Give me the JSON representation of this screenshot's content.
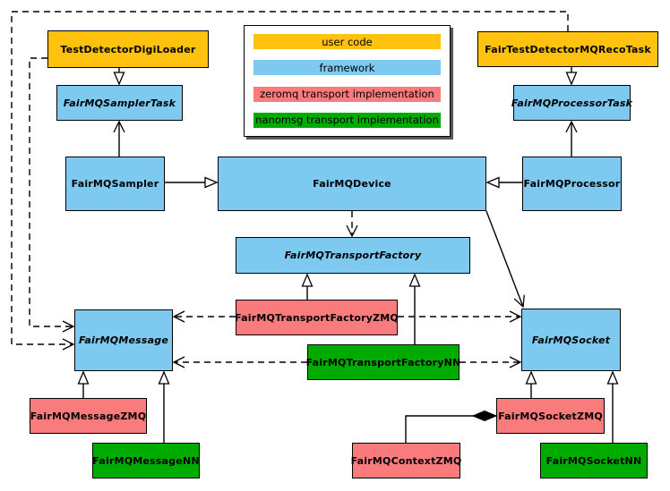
{
  "diagram_type": "uml-class-diagram",
  "palette": {
    "user_code": "#FFC20E",
    "framework": "#7DC9EF",
    "zeromq": "#F97B7B",
    "nanomsg": "#00AB00",
    "line": "#000000",
    "background": "#FFFFFF"
  },
  "legend": {
    "items": [
      {
        "label": "user code",
        "color": "#FFC20E"
      },
      {
        "label": "framework",
        "color": "#7DC9EF"
      },
      {
        "label": "zeromq transport implementation",
        "color": "#F97B7B"
      },
      {
        "label": "nanomsg transport implementation",
        "color": "#00AB00"
      }
    ]
  },
  "nodes": {
    "testDetectorDigiLoader": {
      "label": "TestDetectorDigiLoader",
      "category": "user code",
      "abstract": false,
      "color": "#FFC20E"
    },
    "fairTestDetectorMQRecoTask": {
      "label": "FairTestDetectorMQRecoTask",
      "category": "user code",
      "abstract": false,
      "color": "#FFC20E"
    },
    "fairMQSamplerTask": {
      "label": "FairMQSamplerTask",
      "category": "framework",
      "abstract": true,
      "color": "#7DC9EF"
    },
    "fairMQProcessorTask": {
      "label": "FairMQProcessorTask",
      "category": "framework",
      "abstract": true,
      "color": "#7DC9EF"
    },
    "fairMQSampler": {
      "label": "FairMQSampler",
      "category": "framework",
      "abstract": false,
      "color": "#7DC9EF"
    },
    "fairMQDevice": {
      "label": "FairMQDevice",
      "category": "framework",
      "abstract": false,
      "color": "#7DC9EF"
    },
    "fairMQProcessor": {
      "label": "FairMQProcessor",
      "category": "framework",
      "abstract": false,
      "color": "#7DC9EF"
    },
    "fairMQTransportFactory": {
      "label": "FairMQTransportFactory",
      "category": "framework",
      "abstract": true,
      "color": "#7DC9EF"
    },
    "fairMQTransportFactoryZMQ": {
      "label": "FairMQTransportFactoryZMQ",
      "category": "zeromq",
      "abstract": false,
      "color": "#F97B7B"
    },
    "fairMQTransportFactoryNN": {
      "label": "FairMQTransportFactoryNN",
      "category": "nanomsg",
      "abstract": false,
      "color": "#00AB00"
    },
    "fairMQMessage": {
      "label": "FairMQMessage",
      "category": "framework",
      "abstract": true,
      "color": "#7DC9EF"
    },
    "fairMQSocket": {
      "label": "FairMQSocket",
      "category": "framework",
      "abstract": true,
      "color": "#7DC9EF"
    },
    "fairMQMessageZMQ": {
      "label": "FairMQMessageZMQ",
      "category": "zeromq",
      "abstract": false,
      "color": "#F97B7B"
    },
    "fairMQMessageNN": {
      "label": "FairMQMessageNN",
      "category": "nanomsg",
      "abstract": false,
      "color": "#00AB00"
    },
    "fairMQContextZMQ": {
      "label": "FairMQContextZMQ",
      "category": "zeromq",
      "abstract": false,
      "color": "#F97B7B"
    },
    "fairMQSocketZMQ": {
      "label": "FairMQSocketZMQ",
      "category": "zeromq",
      "abstract": false,
      "color": "#F97B7B"
    },
    "fairMQSocketNN": {
      "label": "FairMQSocketNN",
      "category": "nanomsg",
      "abstract": false,
      "color": "#00AB00"
    }
  },
  "relationships": [
    {
      "from": "TestDetectorDigiLoader",
      "to": "FairMQSamplerTask",
      "type": "inheritance"
    },
    {
      "from": "FairTestDetectorMQRecoTask",
      "to": "FairMQProcessorTask",
      "type": "inheritance"
    },
    {
      "from": "FairMQSampler",
      "to": "FairMQDevice",
      "type": "inheritance"
    },
    {
      "from": "FairMQProcessor",
      "to": "FairMQDevice",
      "type": "inheritance"
    },
    {
      "from": "FairMQSampler",
      "to": "FairMQSamplerTask",
      "type": "association"
    },
    {
      "from": "FairMQProcessor",
      "to": "FairMQProcessorTask",
      "type": "association"
    },
    {
      "from": "FairMQDevice",
      "to": "FairMQSocket",
      "type": "association"
    },
    {
      "from": "FairMQDevice",
      "to": "FairMQTransportFactory",
      "type": "dependency"
    },
    {
      "from": "FairMQTransportFactoryZMQ",
      "to": "FairMQTransportFactory",
      "type": "inheritance"
    },
    {
      "from": "FairMQTransportFactoryNN",
      "to": "FairMQTransportFactory",
      "type": "inheritance"
    },
    {
      "from": "FairMQTransportFactoryZMQ",
      "to": "FairMQMessage",
      "type": "dependency"
    },
    {
      "from": "FairMQTransportFactoryZMQ",
      "to": "FairMQSocket",
      "type": "dependency"
    },
    {
      "from": "FairMQTransportFactoryNN",
      "to": "FairMQMessage",
      "type": "dependency"
    },
    {
      "from": "FairMQTransportFactoryNN",
      "to": "FairMQSocket",
      "type": "dependency"
    },
    {
      "from": "TestDetectorDigiLoader",
      "to": "FairMQMessage",
      "type": "dependency"
    },
    {
      "from": "FairTestDetectorMQRecoTask",
      "to": "FairMQMessage",
      "type": "dependency"
    },
    {
      "from": "FairMQMessageZMQ",
      "to": "FairMQMessage",
      "type": "inheritance"
    },
    {
      "from": "FairMQMessageNN",
      "to": "FairMQMessage",
      "type": "inheritance"
    },
    {
      "from": "FairMQSocketZMQ",
      "to": "FairMQSocket",
      "type": "inheritance"
    },
    {
      "from": "FairMQSocketNN",
      "to": "FairMQSocket",
      "type": "inheritance"
    },
    {
      "from": "FairMQSocketZMQ",
      "to": "FairMQContextZMQ",
      "type": "composition"
    }
  ]
}
